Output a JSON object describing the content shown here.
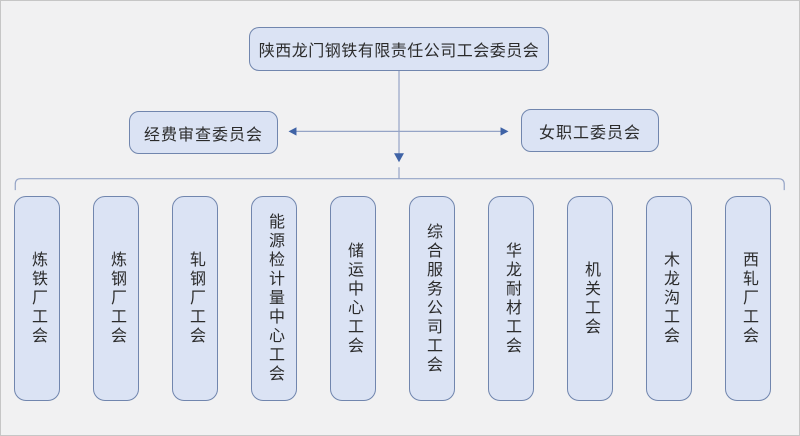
{
  "org": {
    "root": {
      "label": "陕西龙门钢铁有限责任公司工会委员会"
    },
    "committees": [
      {
        "label": "经费审查委员会"
      },
      {
        "label": "女职工委员会"
      }
    ],
    "branches": [
      {
        "label": "炼铁厂工会"
      },
      {
        "label": "炼钢厂工会"
      },
      {
        "label": "轧钢厂工会"
      },
      {
        "label": "能源检计量中心工会"
      },
      {
        "label": "储运中心工会"
      },
      {
        "label": "综合服务公司工会"
      },
      {
        "label": "华龙耐材工会"
      },
      {
        "label": "机关工会"
      },
      {
        "label": "木龙沟工会"
      },
      {
        "label": "西轧厂工会"
      }
    ]
  },
  "colors": {
    "background": "#f1f1f2",
    "box-fill": "#dbe3f4",
    "box-border": "#7186ae",
    "line": "#95a4c6",
    "arrow": "#3f63a6"
  }
}
